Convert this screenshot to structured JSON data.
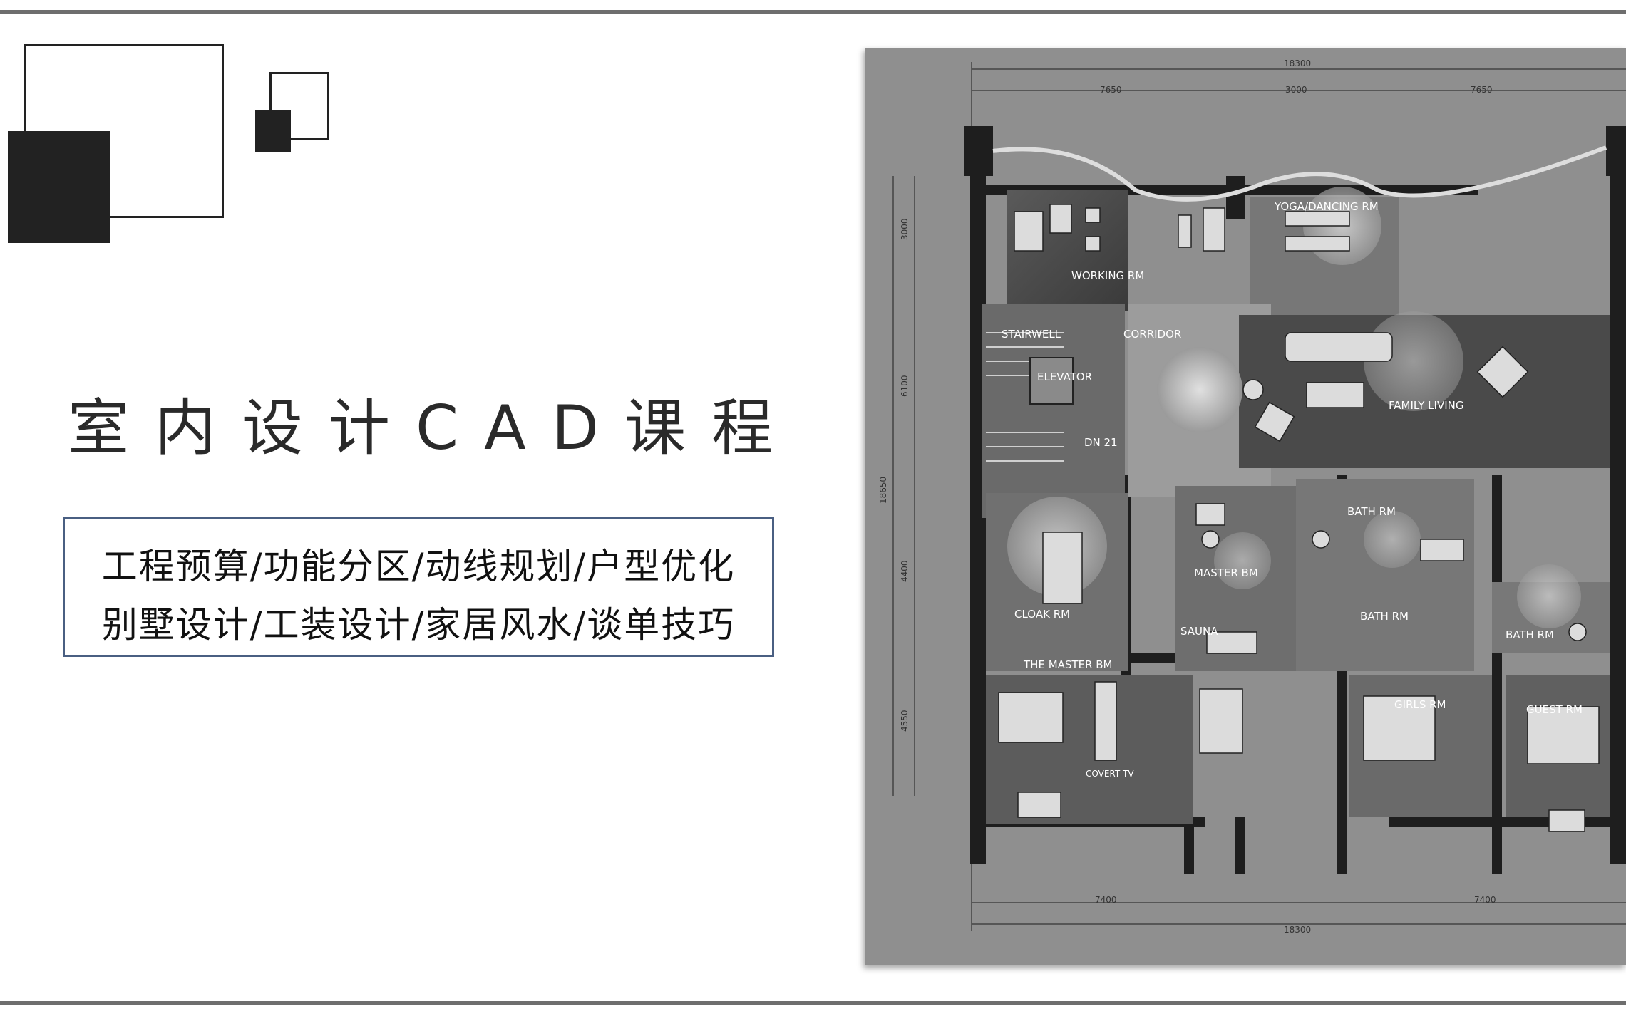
{
  "title": "室内设计CAD课程",
  "features": {
    "line1": "工程预算/功能分区/动线规划/户型优化",
    "line2": "别墅设计/工装设计/家居风水/谈单技巧"
  },
  "floor_plan": {
    "rooms": {
      "working": "WORKING RM",
      "yoga": "YOGA/DANCING RM",
      "stairwell": "STAIRWELL",
      "corridor": "CORRIDOR",
      "elevator": "ELEVATOR",
      "dn": "DN 21",
      "family": "FAMILY LIVING",
      "cloak": "CLOAK RM",
      "master": "MASTER BM",
      "sauna": "SAUNA",
      "bath1": "BATH RM",
      "bath2": "BATH RM",
      "bath3": "BATH RM",
      "the_master": "THE MASTER BM",
      "covert": "COVERT TV",
      "girls": "GIRLS RM",
      "guest": "GUEST RM"
    },
    "dimensions": {
      "top_total": "18300",
      "top_left": "7650",
      "top_mid": "3000",
      "top_right": "7650",
      "bottom_left": "7400",
      "bottom_right": "7400",
      "bottom_total": "18300",
      "left_1": "3000",
      "left_2": "6100",
      "left_total": "18650",
      "left_3": "4400",
      "left_4": "4550"
    }
  },
  "colors": {
    "rule": "#6e6e6e",
    "square": "#222222",
    "box_border": "#4a5f82",
    "plan_bg": "#8f8f8f"
  }
}
